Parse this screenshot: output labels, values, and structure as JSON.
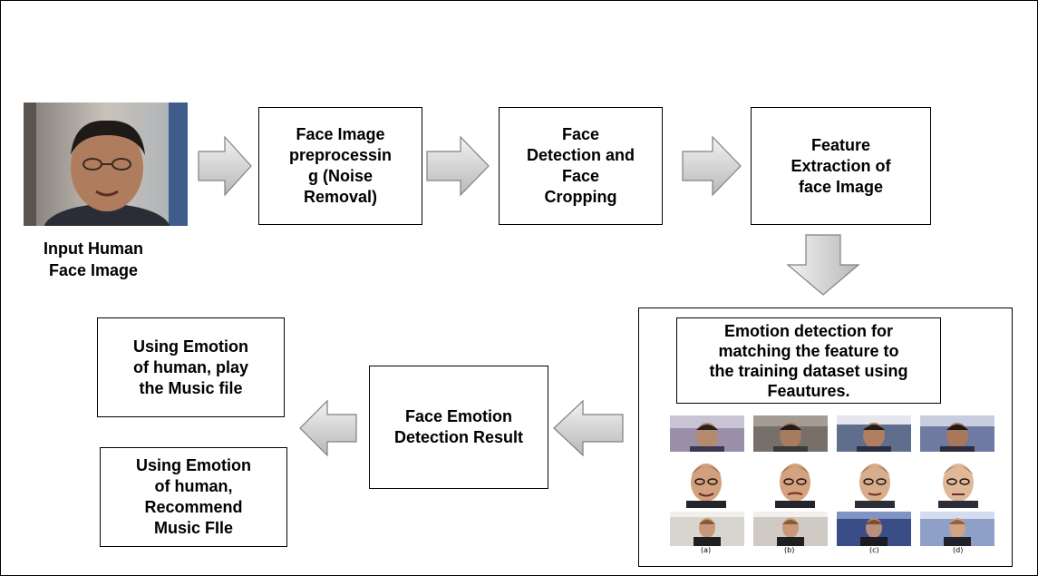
{
  "input_label": "Input Human\nFace Image",
  "steps": {
    "preprocessing": "Face Image\npreprocessin\ng (Noise\nRemoval)",
    "detection": "Face\nDetection and\nFace\nCropping",
    "extraction": "Feature\nExtraction of\nface Image",
    "emotion_detection": "Emotion detection for\nmatching the feature to\nthe training dataset using\nFeautures.",
    "result": "Face Emotion\nDetection Result",
    "play_music": "Using Emotion\nof human, play\nthe Music file",
    "recommend_music": "Using Emotion\nof human,\nRecommend\nMusic FIle"
  },
  "dataset_captions": [
    "(a)",
    "(b)",
    "(c)",
    "(d)"
  ],
  "colors": {
    "arrow_fill_light": "#f2f2f2",
    "arrow_fill_dark": "#b8b8b8",
    "arrow_stroke": "#808080",
    "border": "#000000"
  }
}
